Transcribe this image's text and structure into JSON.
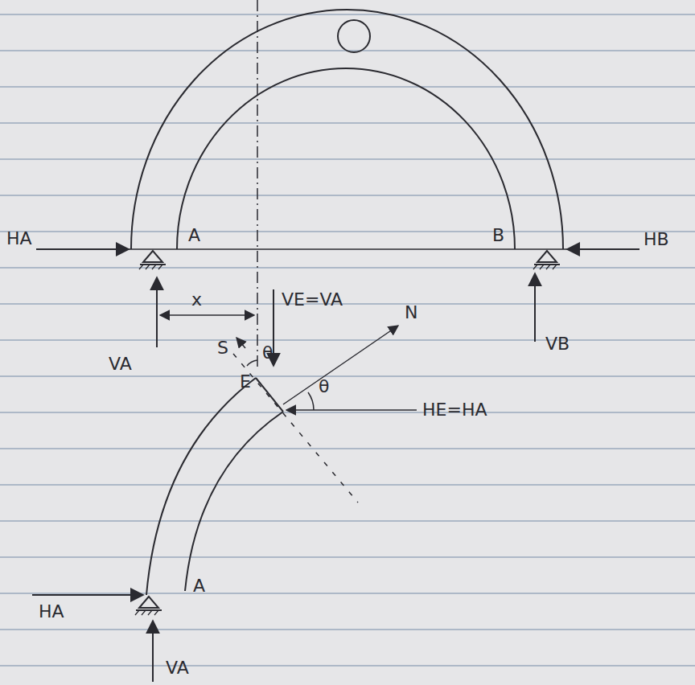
{
  "diagram": {
    "labels": [
      "HA",
      "A",
      "B",
      "HB",
      "x",
      "VE=VA",
      "VA",
      "VB",
      "S",
      "N",
      "E",
      "θ",
      "θ",
      "HE=HA",
      "HA",
      "A",
      "VA"
    ]
  }
}
